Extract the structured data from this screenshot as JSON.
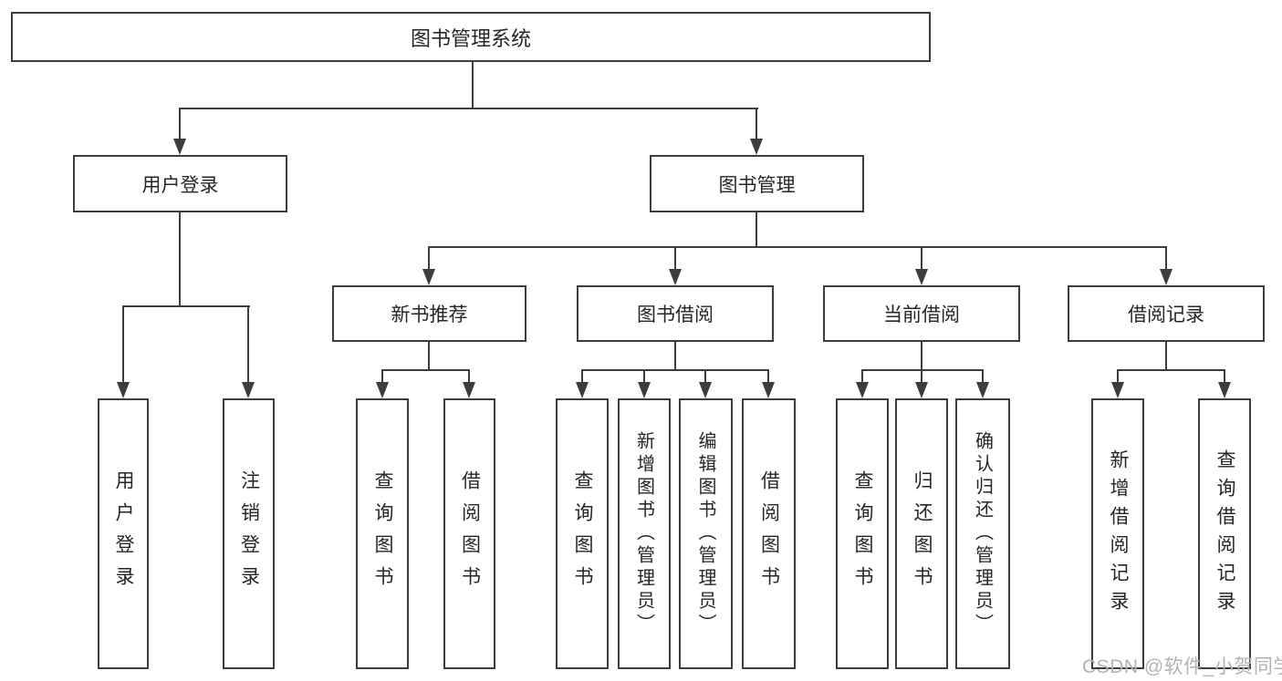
{
  "diagram": {
    "title": "图书管理系统",
    "watermark": "CSDN @软件_小贺同学",
    "colors": {
      "background": "#ffffff",
      "box_border": "#3d3d3d",
      "connector": "#3d3d3d",
      "text": "#262626",
      "watermark": "#b3b3b3"
    },
    "nodes": {
      "root": {
        "label": "图书管理系统"
      },
      "user_login": {
        "label": "用户登录"
      },
      "book_mgmt": {
        "label": "图书管理"
      },
      "new_book_rec": {
        "label": "新书推荐"
      },
      "book_borrow": {
        "label": "图书借阅"
      },
      "current_borrow": {
        "label": "当前借阅"
      },
      "borrow_record": {
        "label": "借阅记录"
      },
      "user_login_action": {
        "label": "用户登录"
      },
      "logout_action": {
        "label": "注销登录"
      },
      "rec_query_book": {
        "label": "查询图书"
      },
      "rec_borrow_book": {
        "label": "借阅图书"
      },
      "bor_query_book": {
        "label": "查询图书"
      },
      "bor_add_book": {
        "label": "新增图书（管理员）"
      },
      "bor_edit_book": {
        "label": "编辑图书（管理员）"
      },
      "bor_borrow_book": {
        "label": "借阅图书"
      },
      "cur_query_book": {
        "label": "查询图书"
      },
      "cur_return_book": {
        "label": "归还图书"
      },
      "cur_confirm_return": {
        "label": "确认归还（管理员）"
      },
      "log_add_record": {
        "label": "新增借阅记录"
      },
      "log_query_record": {
        "label": "查询借阅记录"
      }
    },
    "tree": {
      "图书管理系统": {
        "用户登录": [
          "用户登录",
          "注销登录"
        ],
        "图书管理": {
          "新书推荐": [
            "查询图书",
            "借阅图书"
          ],
          "图书借阅": [
            "查询图书",
            "新增图书（管理员）",
            "编辑图书（管理员）",
            "借阅图书"
          ],
          "当前借阅": [
            "查询图书",
            "归还图书",
            "确认归还（管理员）"
          ],
          "借阅记录": [
            "新增借阅记录",
            "查询借阅记录"
          ]
        }
      }
    }
  }
}
